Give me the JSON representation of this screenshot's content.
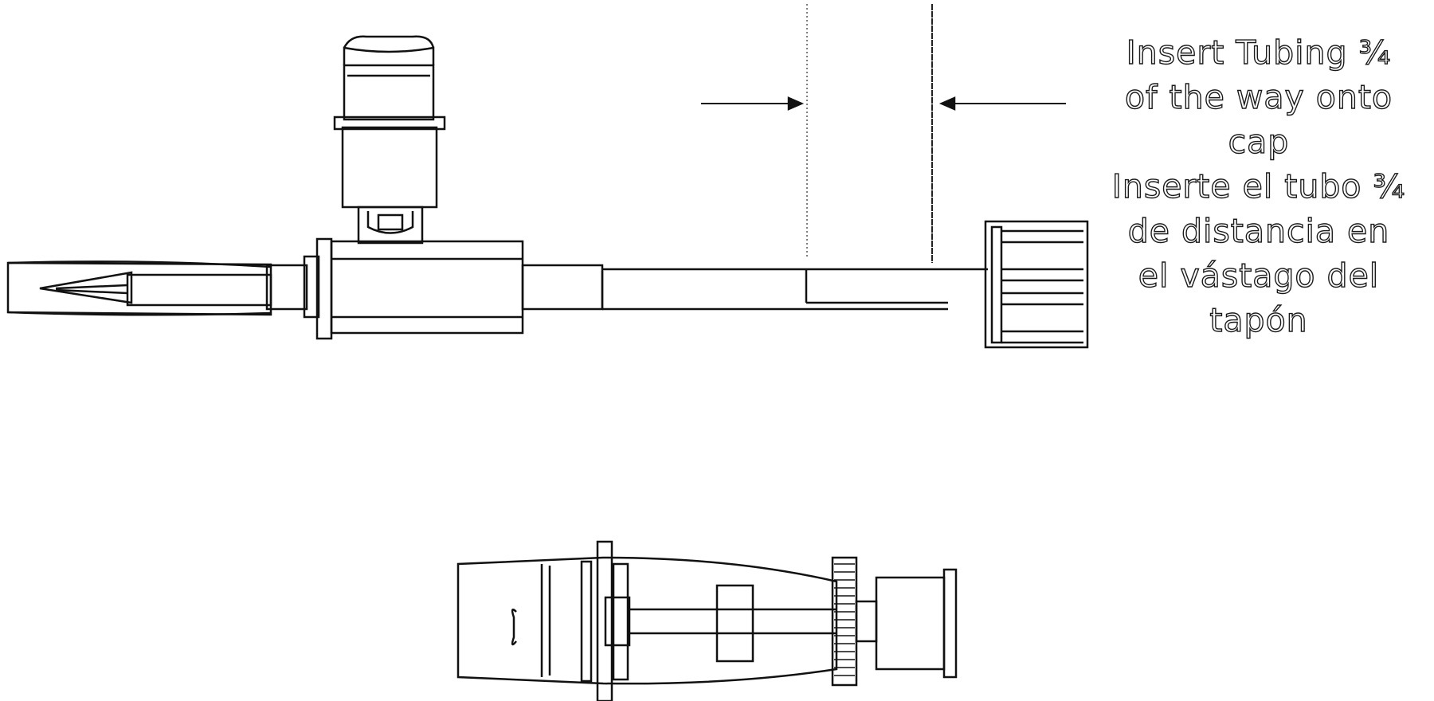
{
  "instruction": {
    "english": [
      "Insert Tubing ¾",
      "of the way onto",
      "cap"
    ],
    "spanish": [
      "Inserte el tubo ¾",
      "de distancia en",
      "el vástago del",
      "tapón"
    ]
  }
}
